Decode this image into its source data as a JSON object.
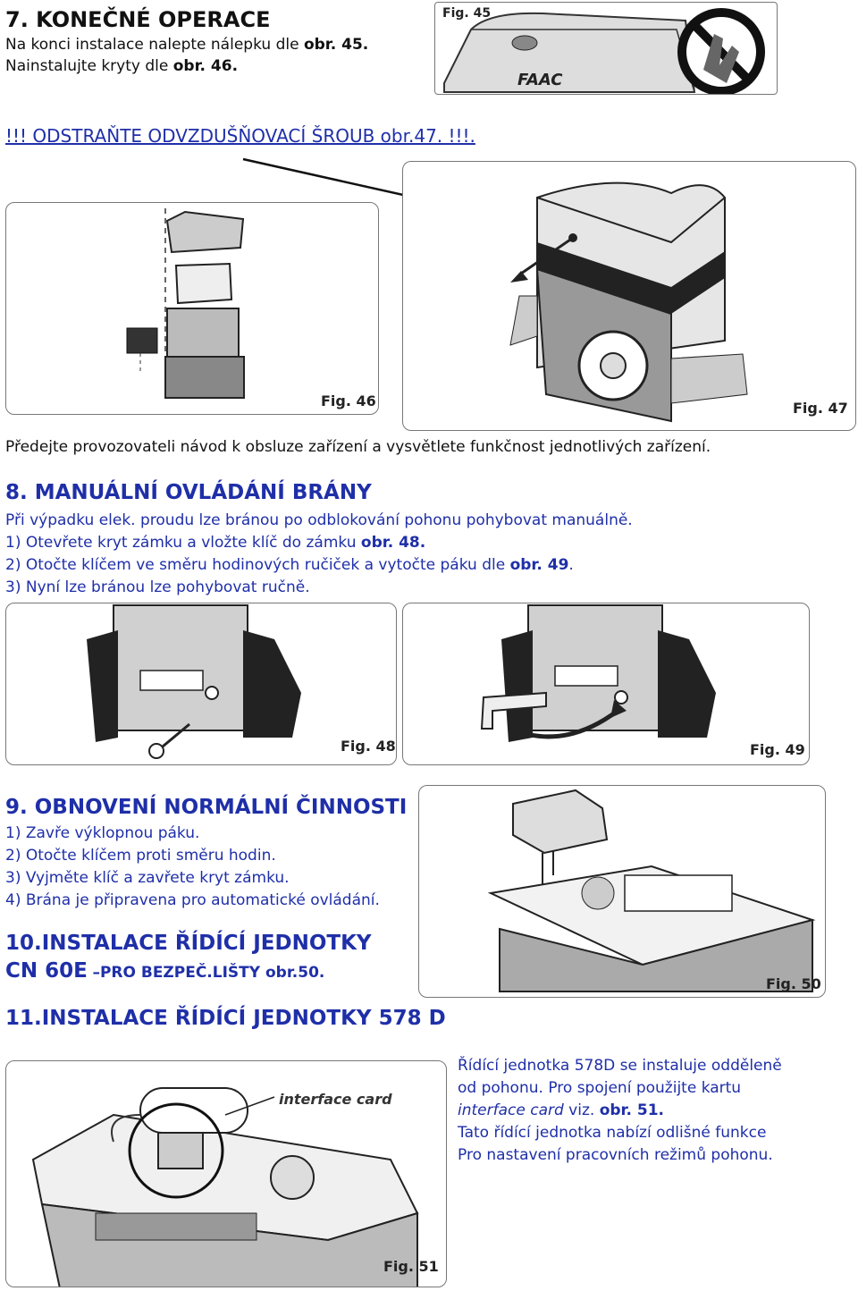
{
  "section7": {
    "title": "7. KONEČNÉ OPERACE",
    "line1_text": "Na konci instalace nalepte nálepku dle ",
    "line1_ref": "obr. 45.",
    "line2_text": "Nainstalujte kryty dle ",
    "line2_ref": "obr. 46.",
    "warning": "!!! ODSTRAŇTE ODVZDUŠŇOVACÍ ŠROUB obr.47. !!!."
  },
  "figures": {
    "fig45": "Fig. 45",
    "fig46": "Fig. 46",
    "fig47": "Fig. 47",
    "fig48": "Fig. 48",
    "fig49": "Fig. 49",
    "fig50": "Fig. 50",
    "fig51": "Fig. 51",
    "fig51_callout": "interface card",
    "brand_logo": "FAAC"
  },
  "handover": "Předejte provozovateli návod k obsluze zařízení a vysvětlete funkčnost jednotlivých zařízení.",
  "section8": {
    "title": "8. MANUÁLNÍ OVLÁDÁNÍ BRÁNY",
    "intro": "Při výpadku elek. proudu lze bránou po odblokování pohonu pohybovat manuálně.",
    "step1_text": "1) Otevřete kryt zámku a vložte klíč do zámku ",
    "step1_ref": "obr. 48.",
    "step2_text": "2) Otočte klíčem ve směru hodinových ručiček a vytočte páku dle ",
    "step2_ref": "obr. 49",
    "step2_end": ".",
    "step3": "3) Nyní lze bránou lze pohybovat ručně."
  },
  "section9": {
    "title": "9. OBNOVENÍ NORMÁLNÍ ČINNOSTI",
    "steps": [
      "1) Zavře výklopnou páku.",
      "2) Otočte klíčem proti směru hodin.",
      "3) Vyjměte klíč a zavřete kryt zámku.",
      "4) Brána je připravena pro automatické ovládání."
    ]
  },
  "section10": {
    "title_line1": "10.INSTALACE ŘÍDÍCÍ JEDNOTKY",
    "title_line2_main": "CN 60E",
    "title_line2_sub": "–PRO BEZPEČ.LIŠTY obr.50."
  },
  "section11": {
    "title": "11.INSTALACE ŘÍDÍCÍ JEDNOTKY 578 D",
    "p1": "Řídící jednotka 578D se instaluje odděleně",
    "p2": "od pohonu. Pro spojení použijte kartu",
    "p3_italic": "interface card",
    "p3_text": " viz. ",
    "p3_ref": "obr. 51.",
    "p4": "Tato řídící jednotka nabízí odlišné funkce",
    "p5": "Pro nastavení pracovních režimů pohonu."
  }
}
